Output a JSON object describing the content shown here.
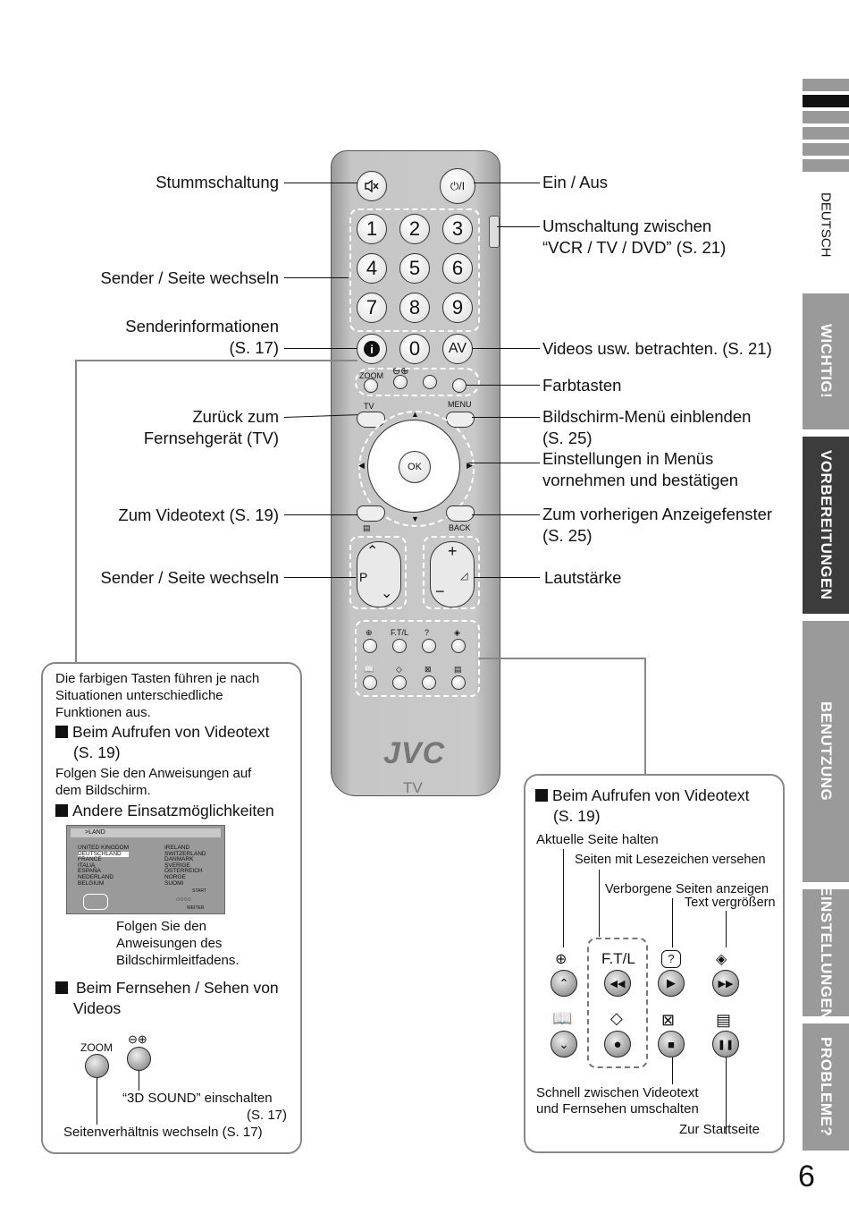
{
  "side_tabs": {
    "deutsch": "DEUTSCH",
    "wichtig": "WICHTIG!",
    "vorbereitungen": "VORBEREITUNGEN",
    "benutzung": "BENUTZUNG",
    "einstellungen": "EINSTELLUNGEN",
    "probleme": "PROBLEME?"
  },
  "page_number": "6",
  "labels_left": {
    "stummschaltung": "Stummschaltung",
    "sender_seite_1": "Sender / Seite wechseln",
    "senderinfo_1": "Senderinformationen",
    "senderinfo_2": "(S. 17)",
    "zurueck_1": "Zurück zum",
    "zurueck_2": "Fernsehgerät (TV)",
    "videotext": "Zum Videotext (S. 19)",
    "sender_seite_2": "Sender / Seite wechseln"
  },
  "labels_right": {
    "ein_aus": "Ein / Aus",
    "umschaltung_1": "Umschaltung zwischen",
    "umschaltung_2": "“VCR / TV / DVD”  (S. 21)",
    "videos": "Videos usw. betrachten. (S. 21)",
    "farbtasten": "Farbtasten",
    "menue_1": "Bildschirm-Menü einblenden",
    "menue_2": "(S. 25)",
    "einstellungen_1": "Einstellungen in Menüs",
    "einstellungen_2": "vornehmen und bestätigen",
    "vorheriges_1": "Zum vorherigen Anzeigefenster",
    "vorheriges_2": "(S. 25)",
    "lautstaerke": "Lautstärke"
  },
  "remote": {
    "digits": [
      "1",
      "2",
      "3",
      "4",
      "5",
      "6",
      "7",
      "8",
      "9"
    ],
    "zero": "0",
    "av": "AV",
    "info": "i",
    "zoom": "ZOOM",
    "tv": "TV",
    "menu": "MENU",
    "ok": "OK",
    "back": "BACK",
    "p": "P",
    "ftl": "F.T/L",
    "brand": "JVC",
    "brand_sub": "TV",
    "power": "⏻/I"
  },
  "left_box": {
    "intro": [
      "Die farbigen Tasten führen je nach",
      "Situationen unterschiedliche",
      "Funktionen aus."
    ],
    "h1": "Beim Aufrufen von Videotext",
    "h1_ref": "(S. 19)",
    "t1": [
      "Folgen Sie den Anweisungen auf",
      "dem Bildschirm."
    ],
    "h2": "Andere Einsatzmöglichkeiten",
    "screen": {
      "header": ">LAND",
      "col1": [
        "UNITED KINGDOM",
        "DEUTSCHLAND",
        "FRANCE",
        "ITALIA",
        "ESPAÑA",
        "NEDERLAND",
        "BELGIUM"
      ],
      "col2": [
        "IRELAND",
        "SWITZERLAND",
        "DANMARK",
        "SVERIGE",
        "ÖSTERREICH",
        "NORGE",
        "SUOMI"
      ],
      "start": "START",
      "weiter": "WEITER"
    },
    "t2": [
      "Folgen Sie den",
      "Anweisungen des",
      "Bildschirmleitfadens."
    ],
    "h3": "Beim Fernsehen / Sehen von",
    "h3b": "Videos",
    "zoom": "ZOOM",
    "sound_1": "“3D SOUND” einschalten",
    "sound_2": "(S. 17)",
    "seiten": "Seitenverhältnis wechseln (S. 17)"
  },
  "right_box": {
    "h1": "Beim Aufrufen von Videotext",
    "h1_ref": "(S. 19)",
    "l1": "Aktuelle Seite halten",
    "l2": "Seiten mit Lesezeichen versehen",
    "l3": "Verborgene Seiten anzeigen",
    "l4": "Text vergrößern",
    "ftl": "F.T/L",
    "l5_1": "Schnell zwischen Videotext",
    "l5_2": "und Fernsehen umschalten",
    "l6": "Zur Startseite"
  }
}
